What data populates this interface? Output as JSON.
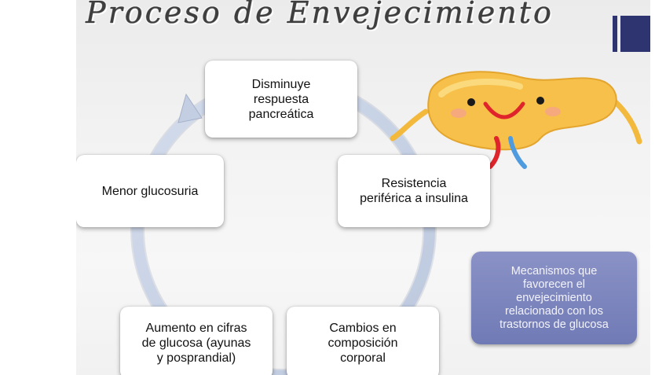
{
  "slide": {
    "title": "Proceso de Envejecimiento",
    "cycle_steps": [
      "Disminuye\nrespuesta\npancreática",
      "Resistencia\nperiférica a insulina",
      "Menor glucosuria",
      "Aumento en cifras\nde glucosa (ayunas\ny posprandial)",
      "Cambios en\ncomposición\ncorporal"
    ],
    "note": "Mecanismos que\nfavorecen el\nenvejecimiento\nrelacionado con los\ntrastornos de glucosa"
  },
  "colors": {
    "arrow": "#c9d3e6",
    "note_background": "#7c85bf",
    "corner_bar": "#2e3470",
    "pancreas_body": "#f6c04a",
    "vessel_red": "#e0242b",
    "vessel_blue": "#4f9be0"
  },
  "icons": [
    "pancreas-mascot-illustration",
    "corner-decoration"
  ]
}
